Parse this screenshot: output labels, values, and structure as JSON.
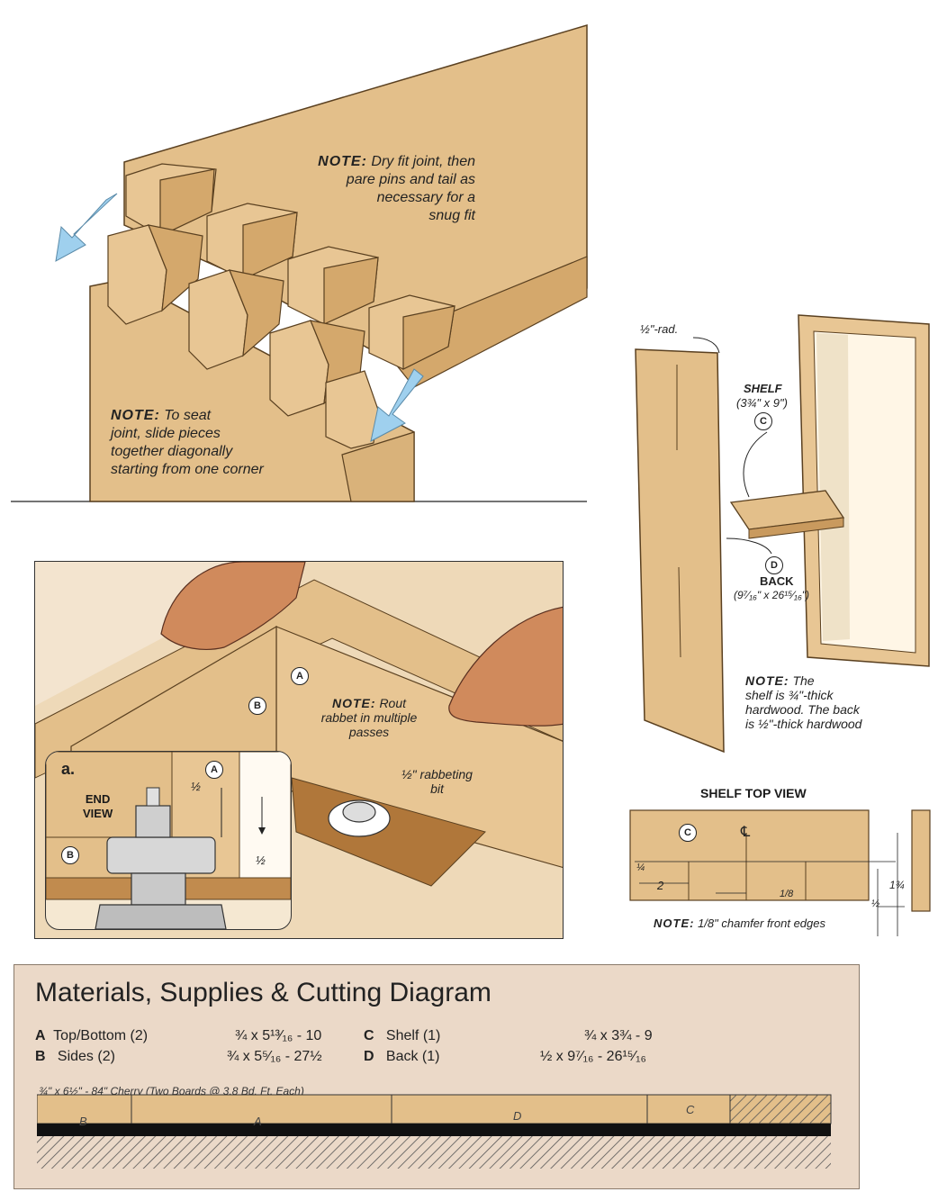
{
  "top_note_right": {
    "title": "NOTE:",
    "text_lines": [
      "Dry fit joint, then",
      "pare pins and tail as",
      "necessary for a",
      "snug fit"
    ]
  },
  "top_note_left": {
    "title": "NOTE:",
    "text_lines": [
      "To seat",
      "joint, slide pieces",
      "together diagonally",
      "starting from one corner"
    ]
  },
  "router_detail": {
    "note_title": "NOTE:",
    "note_lines": [
      "Rout",
      "rabbet in multiple",
      "passes"
    ],
    "bit_label_lines": [
      "½\" rabbeting",
      "bit"
    ],
    "part_a": "A",
    "part_b": "B",
    "inset_letter": "a.",
    "inset_title_lines": [
      "END",
      "VIEW"
    ],
    "inset_part_a": "A",
    "inset_part_b": "B",
    "inset_dim_top": "½",
    "inset_dim_side": "½"
  },
  "cabinet": {
    "radius_label": "½\"-rad.",
    "shelf_title": "SHELF",
    "shelf_dims": "(3¾\" x 9\")",
    "shelf_letter": "C",
    "back_letter": "D",
    "back_title": "BACK",
    "back_dims": "(9⁷⁄₁₆\" x 26¹⁵⁄₁₆\")",
    "note_title": "NOTE:",
    "note_lines": [
      "The",
      "shelf is ¾\"-thick",
      "hardwood. The back",
      "is ½\"-thick hardwood"
    ]
  },
  "shelf_top_view": {
    "title": "SHELF TOP VIEW",
    "part_letter": "C",
    "centerline": "℄",
    "dim_quarter": "¼",
    "dim_two": "2",
    "dim_eighth": "1/8",
    "dim_height": "1¾",
    "dim_half": "½",
    "note_title": "NOTE:",
    "note_text": "1/8\" chamfer front edges"
  },
  "materials": {
    "title": "Materials, Supplies & Cutting Diagram",
    "items": [
      {
        "letter": "A",
        "name": "Top/Bottom (2)",
        "dims": "¾ x 5¹³⁄₁₆ - 10"
      },
      {
        "letter": "B",
        "name": "Sides (2)",
        "dims": "¾ x 5⁵⁄₁₆ - 27½"
      },
      {
        "letter": "C",
        "name": "Shelf (1)",
        "dims": "¾ x 3¾ - 9"
      },
      {
        "letter": "D",
        "name": "Back (1)",
        "dims": "½ x 9⁷⁄₁₆ - 26¹⁵⁄₁₆"
      }
    ],
    "board_caption": "¾\" x 6½\" - 84\" Cherry (Two Boards @ 3.8 Bd. Ft. Each)",
    "segments": [
      "B",
      "A",
      "D",
      "C"
    ]
  },
  "colors": {
    "wood": "#e3bf8a",
    "wood_dark": "#c99a5e",
    "arrow": "#9fd0ee",
    "panel": "#ebd9c8"
  }
}
